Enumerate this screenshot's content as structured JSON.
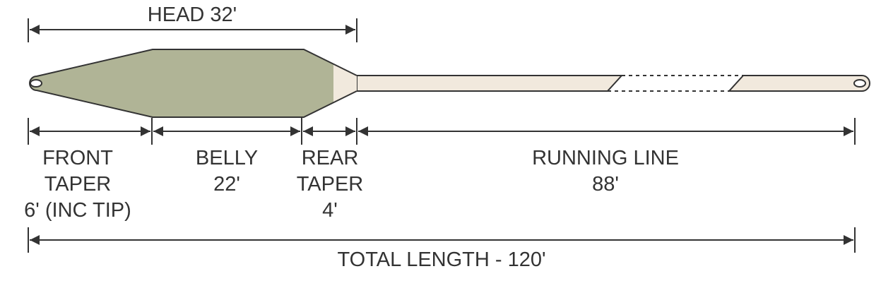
{
  "diagram": {
    "head_label": "HEAD 32'",
    "sections": {
      "front_taper": [
        "FRONT",
        "TAPER",
        "6' (INC TIP)"
      ],
      "belly": [
        "BELLY",
        "22'"
      ],
      "rear_taper": [
        "REAR",
        "TAPER",
        "4'"
      ],
      "running_line": [
        "RUNNING LINE",
        "88'"
      ]
    },
    "total_label": "TOTAL LENGTH - 120'"
  },
  "colors": {
    "head_fill": "#b0b496",
    "running_line_fill": "#f1e9dd",
    "outline": "#333333",
    "background": "#ffffff"
  }
}
